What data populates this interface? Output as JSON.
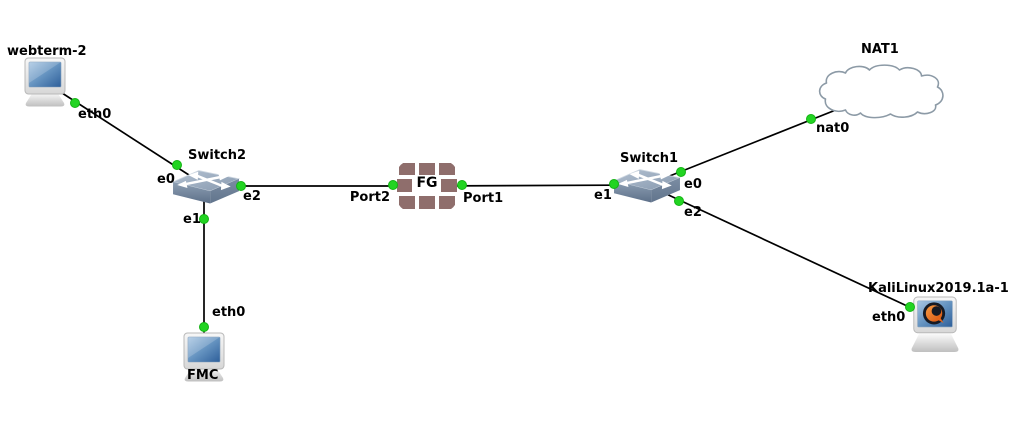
{
  "diagram": {
    "app": "network-topology-canvas",
    "nodes": {
      "webterm2": {
        "label": "webterm-2",
        "type": "computer",
        "port_eth0": "eth0"
      },
      "switch2": {
        "label": "Switch2",
        "type": "ethernet-switch",
        "port_e0": "e0",
        "port_e1": "e1",
        "port_e2": "e2"
      },
      "fg": {
        "label": "FG",
        "type": "firewall",
        "port_port1": "Port1",
        "port_port2": "Port2"
      },
      "switch1": {
        "label": "Switch1",
        "type": "ethernet-switch",
        "port_e0": "e0",
        "port_e1": "e1",
        "port_e2": "e2"
      },
      "nat1": {
        "label": "NAT1",
        "type": "cloud",
        "port_nat0": "nat0"
      },
      "kali": {
        "label": "KaliLinux2019.1a-1",
        "type": "computer-kali",
        "port_eth0": "eth0"
      },
      "fmc": {
        "label": "FMC",
        "type": "computer",
        "port_eth0": "eth0"
      }
    },
    "links": [
      {
        "from": "webterm-2",
        "from_port": "eth0",
        "to": "Switch2",
        "to_port": "e0"
      },
      {
        "from": "Switch2",
        "from_port": "e2",
        "to": "FG",
        "to_port": "Port2"
      },
      {
        "from": "FG",
        "from_port": "Port1",
        "to": "Switch1",
        "to_port": "e1"
      },
      {
        "from": "Switch1",
        "from_port": "e0",
        "to": "NAT1",
        "to_port": "nat0"
      },
      {
        "from": "Switch1",
        "from_port": "e2",
        "to": "KaliLinux2019.1a-1",
        "to_port": "eth0"
      },
      {
        "from": "Switch2",
        "from_port": "e1",
        "to": "FMC",
        "to_port": "eth0"
      }
    ],
    "colors": {
      "link": "#000000",
      "port_status_up": "#22d422",
      "firewall_brick": "#8f6e6c",
      "switch_body": "#7e90a6",
      "cloud_outline": "#8c9aa6",
      "screen_blue": "#3c70a8",
      "kali_orange": "#ef7b1e",
      "label_text": "#000000",
      "background": "#ffffff"
    }
  }
}
